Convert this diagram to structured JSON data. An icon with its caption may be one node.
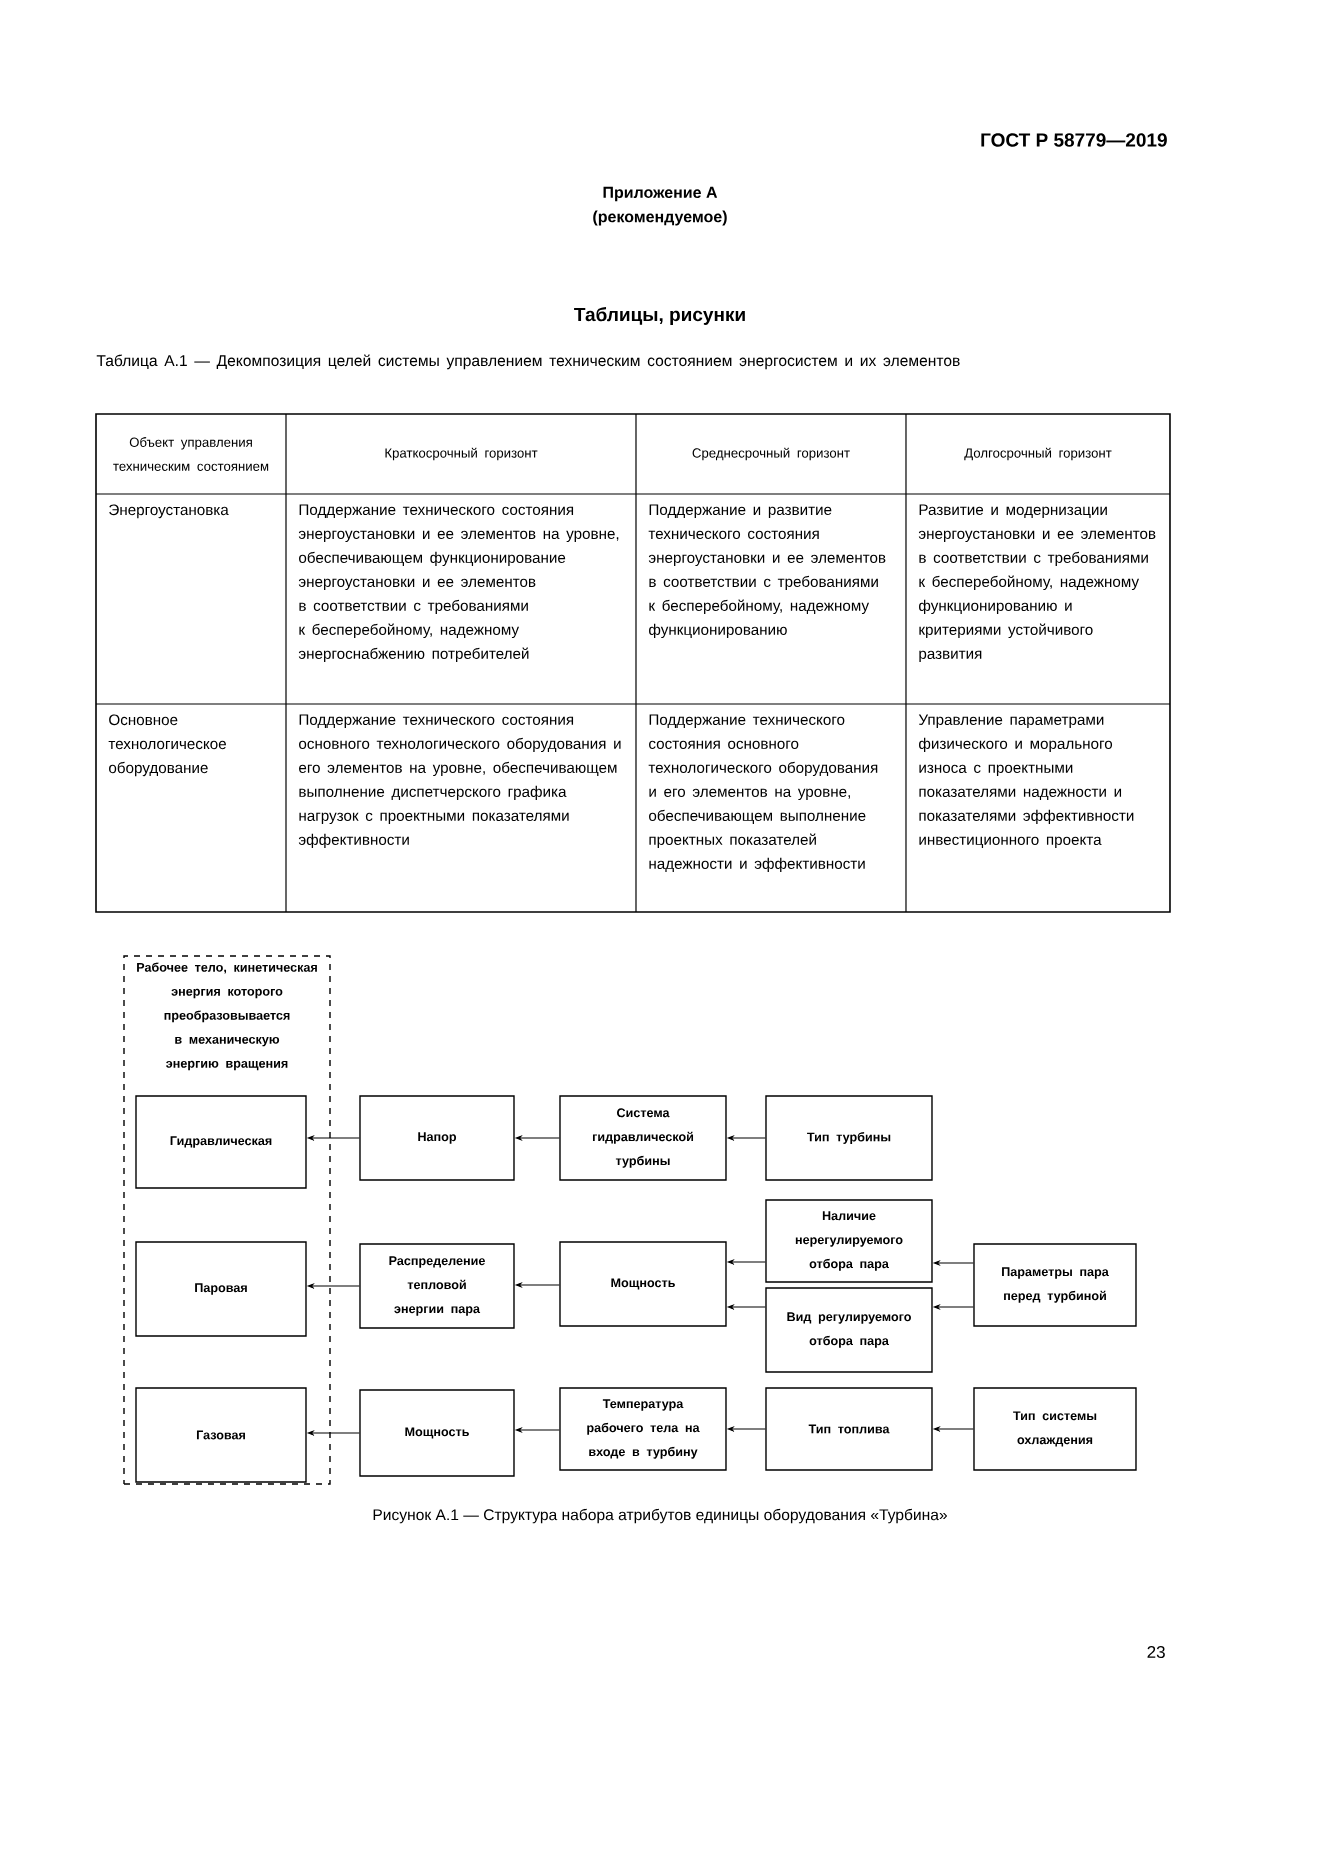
{
  "diagram": {
    "caption": "Рисунок А.1 — Структура набора атрибутов единицы оборудования «Турбина»",
    "nodes": [
      {
        "text": [
          "Рабочее тело, кинетическая энергия которого преобразовывается в механическую энергию вращения"
        ]
      },
      {
        "text": [
          "Гидравлическая"
        ],
        "in": 0
      },
      {
        "text": [
          "Паровая"
        ],
        "in": 0
      },
      {
        "text": [
          "Газовая"
        ],
        "in": 0
      },
      {
        "text": [
          "Напор"
        ]
      },
      {
        "text": [
          "Система гидравлической турбины"
        ]
      },
      {
        "text": [
          "Тип турбины"
        ]
      },
      {
        "text": [
          "Распределение тепловой энергии пара"
        ]
      },
      {
        "text": [
          "Мощность"
        ]
      },
      {
        "text": [
          "Наличие нерегулируемого отбора пара"
        ]
      },
      {
        "text": [
          "Вид регулируемого отбора пара"
        ]
      },
      {
        "text": [
          "Параметры пара перед турбиной"
        ]
      },
      {
        "text": [
          "Мощность"
        ]
      },
      {
        "text": [
          "Температура рабочего тела на входе в турбину"
        ]
      },
      {
        "text": [
          "Тип топлива"
        ]
      },
      {
        "text": [
          "Тип системы охлаждения"
        ]
      }
    ],
    "edges": [
      {
        "from": 4,
        "to": 1,
        "arrow": "to"
      },
      {
        "from": 5,
        "to": 4,
        "arrow": "to"
      },
      {
        "from": 6,
        "to": 5,
        "arrow": "to"
      },
      {
        "from": 7,
        "to": 2,
        "arrow": "to"
      },
      {
        "from": 8,
        "to": 7,
        "arrow": "to"
      },
      {
        "from": 9,
        "to": 8,
        "arrow": "to"
      },
      {
        "from": 10,
        "to": 8,
        "arrow": "to"
      },
      {
        "from": 11,
        "to": 9,
        "arrow": "to"
      },
      {
        "from": 11,
        "to": 10,
        "arrow": "to"
      },
      {
        "from": 12,
        "to": 3,
        "arrow": "to"
      },
      {
        "from": 13,
        "to": 12,
        "arrow": "to"
      },
      {
        "from": 14,
        "to": 13,
        "arrow": "to"
      },
      {
        "from": 15,
        "to": 14,
        "arrow": "to"
      }
    ],
    "labels": [
      "ГОСТ Р 58779—2019",
      "Приложение А",
      "(рекомендуемое)",
      "Таблицы, рисунки",
      "Таблица А.1 — Декомпозиция целей системы управлением техническим состоянием энергосистем и их элементов",
      "Объект управления техническим состоянием",
      "Краткосрочный горизонт",
      "Среднесрочный горизонт",
      "Долгосрочный горизонт",
      "Энергоустановка",
      "Поддержание технического состояния энергоустановки и ее элементов на уровне, обеспечивающем функционирование энергоустановки и ее элементов в соответствии с требованиями к бесперебойному, надежному энергоснабжению потребителей",
      "Поддержание и развитие технического состояния энергоустановки и ее элементов в соответствии с требованиями к бесперебойному, надежному функционированию",
      "Развитие и модернизации энергоустановки и ее элементов в соответствии с требованиями к бесперебойному, надежному функционированию и критериями устойчивого развития",
      "Основное технологическое оборудование",
      "Поддержание технического состояния основного технологического оборудования и его элементов на уровне, обеспечивающем выполнение диспетчерского графика нагрузок с проектными показателями эффективности",
      "Поддержание технического состояния основного технологического оборудования и его элементов на уровне, обеспечивающем выполнение проектных показателей надежности и эффективности",
      "Управление параметрами физического и морального износа с проектными показателями надежности и показателями эффективности инвестиционного проекта",
      "23"
    ]
  }
}
